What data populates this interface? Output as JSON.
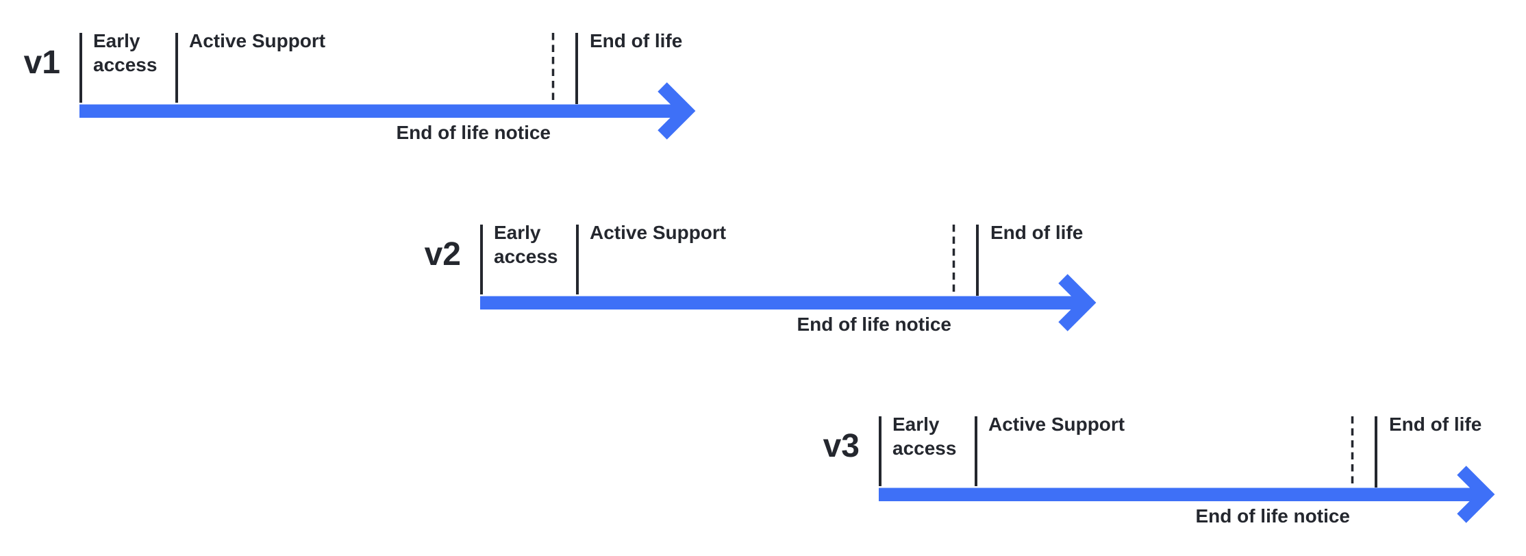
{
  "colors": {
    "accent_blue": "#3E70F7",
    "ink": "#24272E",
    "background": "#FFFFFF"
  },
  "timelines": [
    {
      "version": "v1",
      "early_access_label": "Early access",
      "active_support_label": "Active Support",
      "end_of_life_label": "End of life",
      "end_of_life_notice_label": "End of life notice"
    },
    {
      "version": "v2",
      "early_access_label": "Early access",
      "active_support_label": "Active Support",
      "end_of_life_label": "End of life",
      "end_of_life_notice_label": "End of life notice"
    },
    {
      "version": "v3",
      "early_access_label": "Early access",
      "active_support_label": "Active Support",
      "end_of_life_label": "End of life",
      "end_of_life_notice_label": "End of life notice"
    }
  ]
}
